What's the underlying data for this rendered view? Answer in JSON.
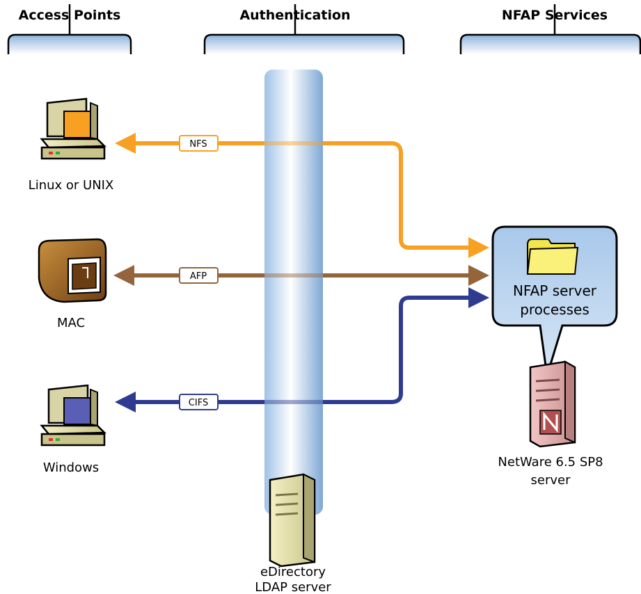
{
  "headers": {
    "access_points": "Access Points",
    "authentication": "Authentication",
    "nfap_services": "NFAP Services"
  },
  "clients": {
    "linux": "Linux or UNIX",
    "mac": "MAC",
    "windows": "Windows"
  },
  "protocols": {
    "nfs": "NFS",
    "afp": "AFP",
    "cifs": "CIFS"
  },
  "colors": {
    "nfs": "#f7a021",
    "afp": "#94643a",
    "cifs": "#2e3b91",
    "column": "#bcd6ef",
    "callout": "#bcd6ef"
  },
  "callout": {
    "line1": "NFAP server",
    "line2": "processes"
  },
  "netware": {
    "line1": "NetWare 6.5 SP8",
    "line2": "server"
  },
  "edirectory": {
    "line1": "eDirectory",
    "line2": "LDAP server"
  }
}
